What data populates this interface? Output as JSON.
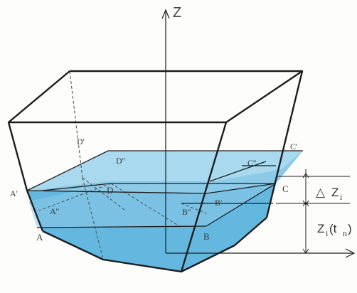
{
  "axis": {
    "z_label": "Z"
  },
  "points": {
    "A": "A",
    "A1": "A'",
    "A2": "A''",
    "B": "B",
    "B1": "B'",
    "B2": "B''",
    "C": "C",
    "C1": "C'",
    "C2": "C''",
    "D": "D",
    "D1": "D'",
    "D2": "D''"
  },
  "dimensions": {
    "delta_symbol": "△",
    "delta_label": "Z",
    "delta_subscript": "i",
    "level_label": "Z",
    "level_subscript": "i",
    "level_arg": "(t",
    "level_arg_subscript": "n",
    "level_close": ")"
  },
  "colors": {
    "water_deep": "#64b7df",
    "water_surface": "#a9d9ee",
    "water_layer": "#8ccbe8",
    "outline": "#1d1d1d",
    "dashed": "#555555"
  }
}
